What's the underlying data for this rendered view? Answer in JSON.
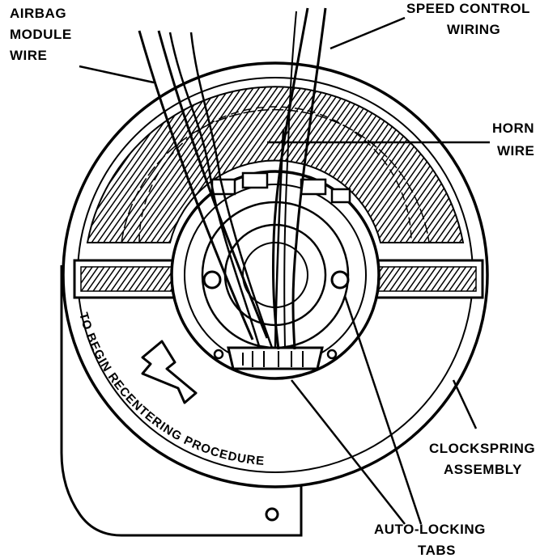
{
  "labels": {
    "airbag": [
      "AIRBAG",
      "MODULE",
      "WIRE"
    ],
    "speed": [
      "SPEED CONTROL",
      "WIRING"
    ],
    "horn": [
      "HORN",
      "WIRE"
    ],
    "clockspring": [
      "CLOCKSPRING",
      "ASSEMBLY"
    ],
    "tabs": [
      "AUTO-LOCKING",
      "TABS"
    ]
  },
  "housing_text": "TO BEGIN RECENTERING PROCEDURE",
  "colors": {
    "ink": "#000000",
    "paper": "#ffffff"
  }
}
